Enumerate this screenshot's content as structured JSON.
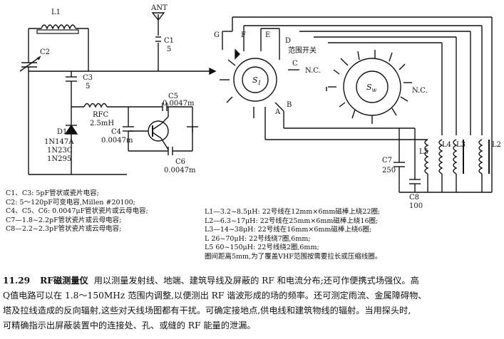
{
  "labels": {
    "L1": "L1",
    "ANT": "ANT",
    "C1": "C1",
    "C1_val": "5",
    "C2": "C2",
    "C3": "C3",
    "C3_val": "5",
    "RFC": "RFC",
    "RFC_val": "2.5mH",
    "C5": "C5",
    "C5_val": "0.0047m",
    "C4": "C4",
    "C4_val": "0.0047m",
    "C6": "C6",
    "C6_val": "0.0047m",
    "D1": "D1",
    "D1_types": [
      "1N147A",
      "1N23C",
      "1N295"
    ],
    "G": "G",
    "F": "F",
    "E": "E",
    "D": "D",
    "range_switch": "范围开关",
    "C": "C",
    "NC1": "N.C.",
    "NC2": "N.C.",
    "S1": "S",
    "S1_sub": "1",
    "S2": "S",
    "S2_sub": "w",
    "A": "A",
    "B": "B",
    "C7": "C7",
    "C7_val": "250",
    "C8": "C8",
    "C8_val": "100",
    "L5": "L5",
    "L4": "L4",
    "L3": "L3",
    "L2": "L2"
  },
  "notes": [
    "C1、C3: 5pF管状或瓷片电容;",
    "C2: 5～120pF可变电容,Millen #20100;",
    "C4、C5、C6: 0.0047μF管状瓷片或云母电容;",
    "C7—1.8~2.2pF管状瓷片或云母电容;",
    "C8—2.2~2.3pF管状瓷片或云母电容;"
  ],
  "coil_specs": [
    "L1—3.2~8.5μH: 22号线在12mm×6mm磁棒上绕22圈;",
    "L2—6.3~17μH: 22号线在25mm×6mm磁棒上绕16圈;",
    "L3—14~38μH: 22号线在16mm×6mm磁棒上绕6圈;",
    "L    26~70μH: 22号线绕7圈,6mm;",
    "L5   60~150μH: 22号线绕2圈,6mm;",
    "圈间距离5mm,为了覆盖VHF范围按需要拉长或压缩线圈。"
  ],
  "caption": {
    "number": "11.29",
    "title": "RF磁测量仪",
    "lines": [
      "用以测量发射线、地端、建筑导线及屏蔽的 RF 和电流分布;还可作便携式场强仪。高",
      "Q值电路可以在 1.8～150MHz 范围内调整,以便测出 RF 谐波形成的场的频率。还可测定雨流、金属障碍物、",
      "塔及拉线造成的反向辐射,这些对天线场图都有干扰。可确定接地点,供电线和建筑物线的辐射。当用探头时,",
      "可精确指示出屏蔽装置中的连接处、孔、或缝的 RF 能量的泄漏。"
    ]
  }
}
